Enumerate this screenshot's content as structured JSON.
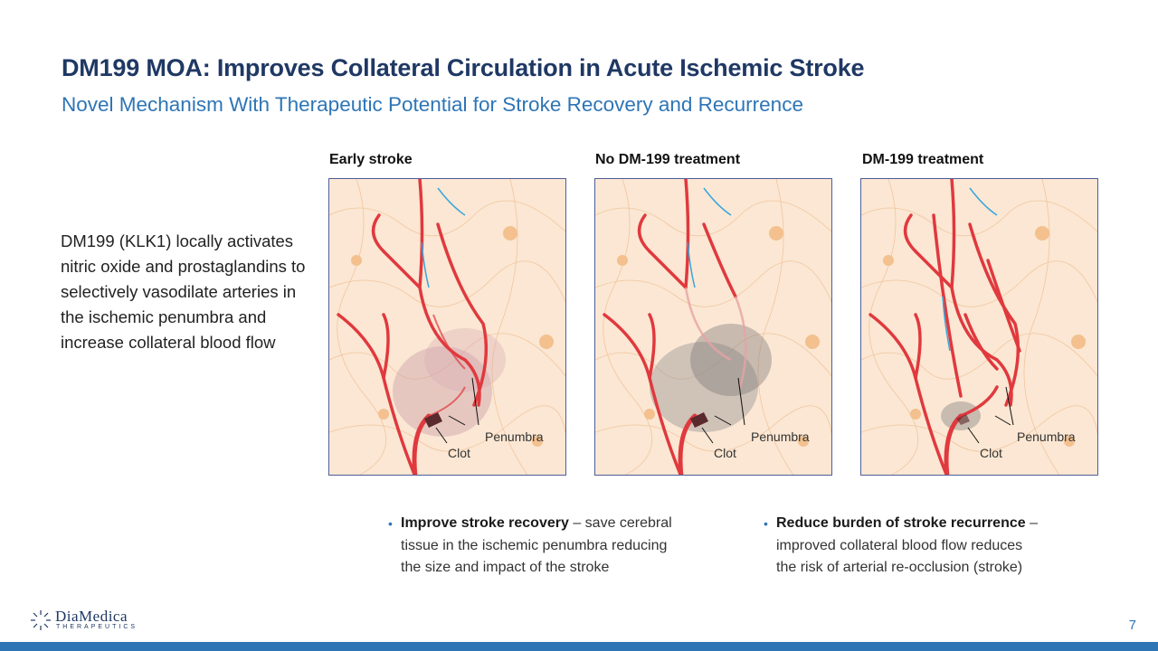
{
  "header": {
    "title": "DM199 MOA: Improves Collateral Circulation in Acute Ischemic Stroke",
    "subtitle": "Novel Mechanism With Therapeutic Potential for Stroke Recovery and Recurrence"
  },
  "body_text": "DM199 (KLK1) locally activates nitric oxide and prostaglandins to selectively vasodilate arteries in the ischemic penumbra and increase collateral blood flow",
  "panels": [
    {
      "label": "Early stroke",
      "penumbra_label": "Penumbra",
      "clot_label": "Clot"
    },
    {
      "label": "No DM-199 treatment",
      "penumbra_label": "Penumbra",
      "clot_label": "Clot"
    },
    {
      "label": "DM-199 treatment",
      "penumbra_label": "Penumbra",
      "clot_label": "Clot"
    }
  ],
  "bullets": [
    {
      "bold": "Improve stroke recovery",
      "rest_line1": " – save cerebral",
      "rest_line2": "tissue in the ischemic penumbra reducing",
      "rest_line3": "the size and impact of the stroke"
    },
    {
      "bold": "Reduce burden of stroke recurrence",
      "rest_line1": " –",
      "rest_line2": "improved collateral blood flow reduces",
      "rest_line3": "the risk of arterial re-occlusion (stroke)"
    }
  ],
  "footer": {
    "logo_name": "DiaMedica",
    "logo_sub": "THERAPEUTICS",
    "page_number": "7"
  },
  "colors": {
    "title": "#1f3864",
    "subtitle": "#2e75b6",
    "artery": "#e0393e",
    "tissue": "#fbe7d3",
    "bar": "#2e75b6"
  }
}
